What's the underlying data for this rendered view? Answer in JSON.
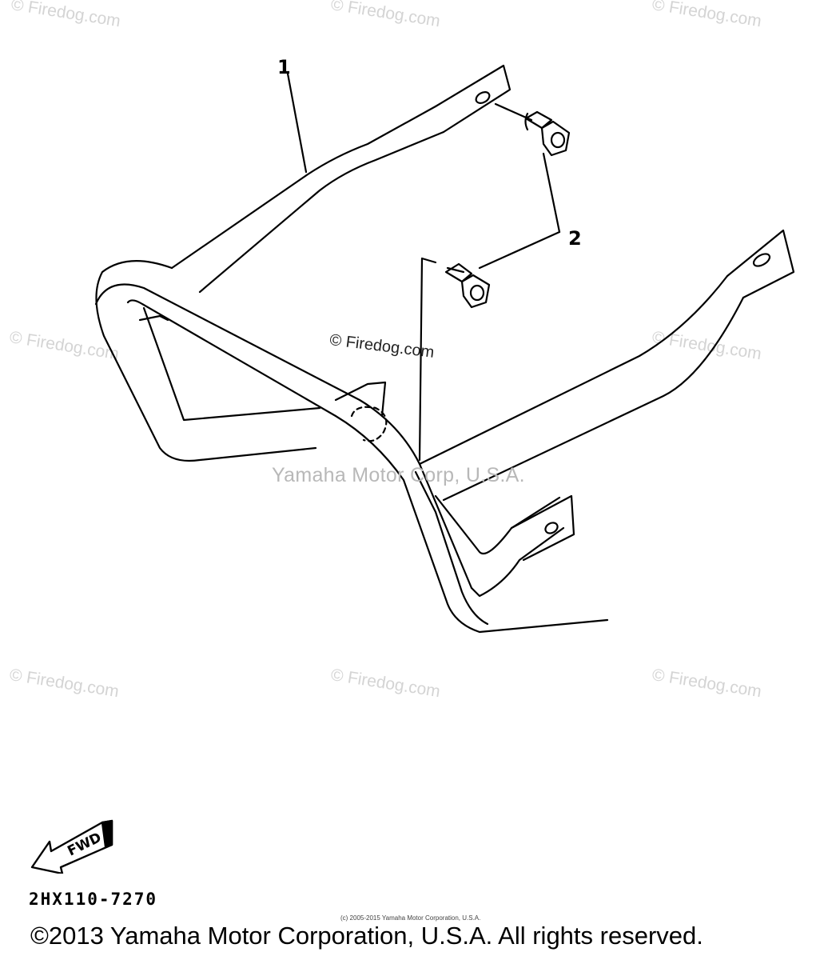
{
  "diagram": {
    "callouts": [
      {
        "id": "1",
        "label": "1"
      },
      {
        "id": "2",
        "label": "2"
      }
    ],
    "direction_label": "FWD",
    "diagram_code": "2HX110-7270"
  },
  "watermarks": {
    "firedog": "© Firedog.com",
    "center": "© Firedog.com",
    "yamaha": "Yamaha Motor Corp, U.S.A."
  },
  "footer": {
    "small_copyright": "(c) 2005-2015 Yamaha Motor Corporation, U.S.A.",
    "copyright": "©2013 Yamaha Motor Corporation, U.S.A. All rights reserved."
  }
}
